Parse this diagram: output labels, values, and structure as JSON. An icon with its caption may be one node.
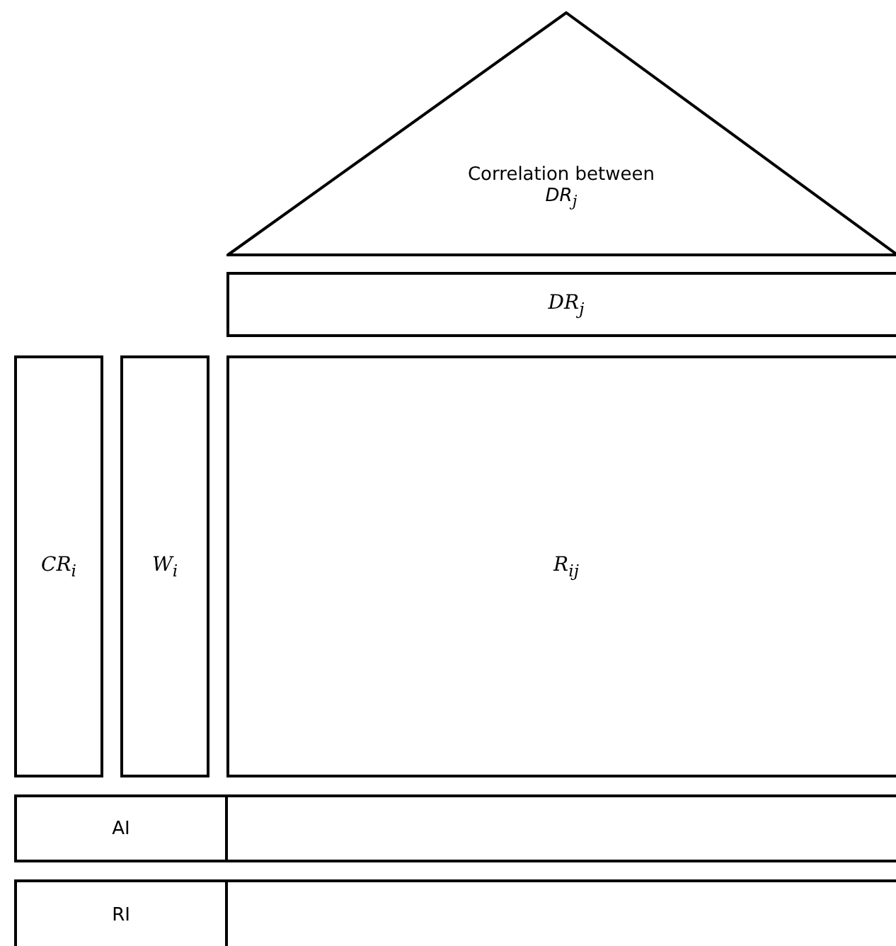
{
  "diagram": {
    "nodes": [
      {
        "text": [
          "Correlation between *DR*$_{j}$"
        ]
      },
      {
        "text": [
          "DR$_{j}$"
        ]
      },
      {
        "text": [
          "CR$_{i}$"
        ]
      },
      {
        "text": [
          "W$_{i}$"
        ]
      },
      {
        "text": [
          "R$_{ij}$"
        ]
      },
      {
        "text": [
          "AI"
        ]
      },
      {
        "text": [],
        "shape": "box"
      },
      {
        "text": [
          "RI"
        ]
      },
      {
        "text": [],
        "shape": "box"
      }
    ]
  }
}
